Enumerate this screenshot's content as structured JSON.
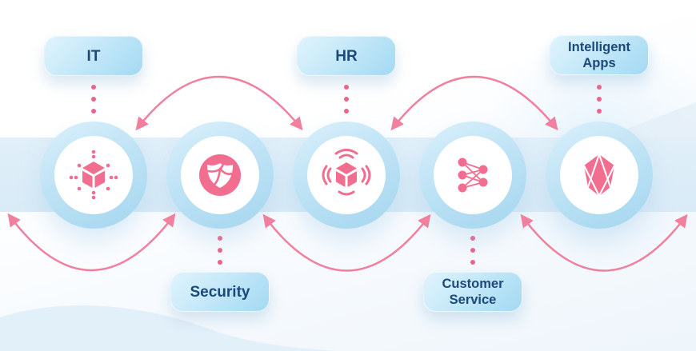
{
  "diagram": {
    "nodes": [
      {
        "id": "it",
        "label": "IT",
        "label_position": "top",
        "icon": "distributed-cube-icon"
      },
      {
        "id": "security",
        "label": "Security",
        "label_position": "bottom",
        "icon": "security-shield-icon"
      },
      {
        "id": "hr",
        "label": "HR",
        "label_position": "top",
        "icon": "smart-cube-waves-icon"
      },
      {
        "id": "customer-service",
        "label": "Customer Service",
        "label_position": "bottom",
        "icon": "neural-network-icon"
      },
      {
        "id": "intelligent-apps",
        "label": "Intelligent Apps",
        "label_position": "top",
        "icon": "crystal-gem-icon"
      }
    ],
    "connections": {
      "top_arcs": [
        "it to hr",
        "hr to intelligent-apps"
      ],
      "bottom_arcs": [
        "left-edge to security",
        "security to customer-service",
        "customer-service to right-edge"
      ]
    },
    "colors": {
      "accent_pink": "#F26E90",
      "arrow_pink": "#F0809E",
      "dot_pink": "#EE6388",
      "label_text_navy": "#1C4979",
      "band_blue": "#DCEBF7",
      "bubble_blue_start": "#E0F4FD",
      "bubble_blue_end": "#A3D9F2",
      "ring_blue_start": "#DBF0FB",
      "ring_blue_end": "#A4D6EF",
      "node_inner": "#FFFFFF"
    }
  }
}
